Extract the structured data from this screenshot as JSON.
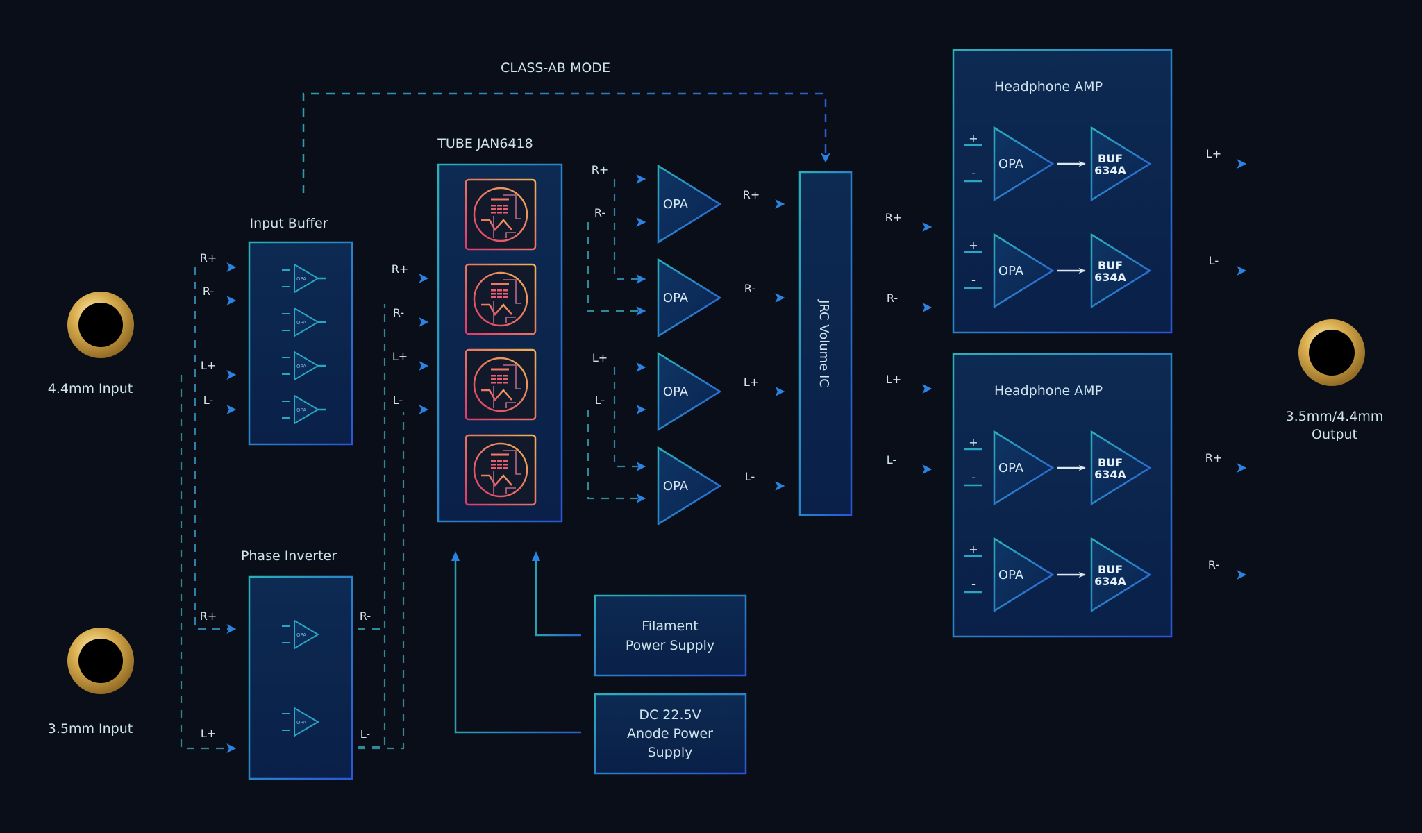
{
  "title_mode": "CLASS-AB MODE",
  "colors": {
    "background": "#0a0e18",
    "box_fill": "#0c2850",
    "box_stroke_teal": "#2aa3b5",
    "box_stroke_blue": "#2a5fd0",
    "arrow": "#2b7fd8",
    "dashed": "#2f8a95",
    "gold": "#d6a94a",
    "tube_pink": "#e0436e",
    "tube_orange": "#f0a050"
  },
  "inputs": [
    {
      "label": "4.4mm Input",
      "signals": [
        "R+",
        "R-",
        "L+",
        "L-"
      ]
    },
    {
      "label": "3.5mm Input",
      "signals": [
        "R+",
        "L+"
      ]
    }
  ],
  "output": {
    "line1": "3.5mm/4.4mm",
    "line2": "Output"
  },
  "input_buffer": {
    "title": "Input Buffer",
    "opamp_label": "OPA",
    "outputs": [
      "R+",
      "R-",
      "L+",
      "L-"
    ]
  },
  "phase_inverter": {
    "title": "Phase Inverter",
    "opamp_label": "OPA",
    "inputs": [
      "R+",
      "L+"
    ],
    "outputs": [
      "R-",
      "L-"
    ]
  },
  "tube": {
    "title": "TUBE JAN6418",
    "count": 4,
    "outputs": [
      "R+",
      "R-",
      "L+",
      "L-"
    ]
  },
  "opa_stage": {
    "label": "OPA",
    "outputs": [
      "R+",
      "R-",
      "L+",
      "L-"
    ]
  },
  "volume_ic": {
    "label": "JRC Volume IC",
    "outputs": [
      "R+",
      "R-",
      "L+",
      "L-"
    ]
  },
  "headphone_amps": [
    {
      "title": "Headphone AMP",
      "opa": "OPA",
      "buf_line1": "BUF",
      "buf_line2": "634A",
      "plus": "+",
      "minus": "-",
      "outputs": [
        "L+",
        "L-"
      ]
    },
    {
      "title": "Headphone AMP",
      "opa": "OPA",
      "buf_line1": "BUF",
      "buf_line2": "634A",
      "plus": "+",
      "minus": "-",
      "outputs": [
        "R+",
        "R-"
      ]
    }
  ],
  "power": {
    "filament": {
      "line1": "Filament",
      "line2": "Power Supply"
    },
    "anode": {
      "line1": "DC 22.5V",
      "line2": "Anode Power",
      "line3": "Supply"
    }
  }
}
